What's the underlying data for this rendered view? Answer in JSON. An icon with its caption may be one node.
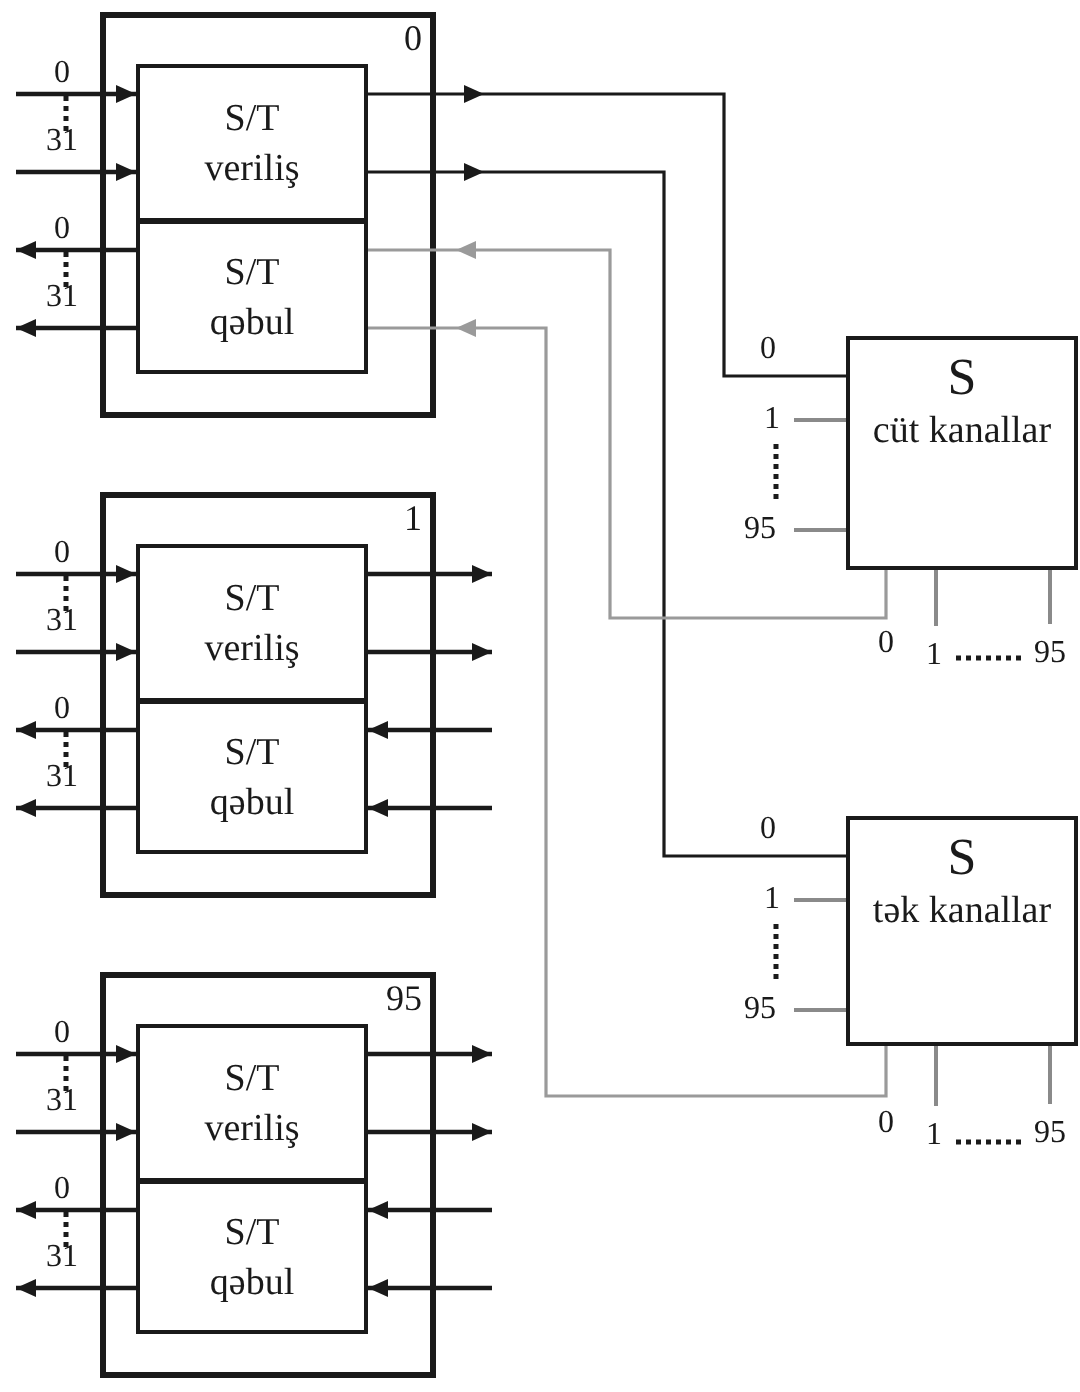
{
  "diagram": {
    "nodes": [
      {
        "text": [
          "0"
        ]
      },
      {
        "text": [
          "S/T veriliş"
        ],
        "in": 0
      },
      {
        "text": [
          "S/T qəbul"
        ],
        "in": 0
      },
      {
        "text": [
          "1"
        ]
      },
      {
        "text": [
          "S/T veriliş"
        ],
        "in": 3
      },
      {
        "text": [
          "S/T qəbul"
        ],
        "in": 3
      },
      {
        "text": [
          "95"
        ]
      },
      {
        "text": [
          "S/T veriliş"
        ],
        "in": 6
      },
      {
        "text": [
          "S/T qəbul"
        ],
        "in": 6
      },
      {
        "text": [
          "S",
          "cüt kanallar"
        ]
      },
      {
        "text": [
          "S",
          "tək kanallar"
        ]
      }
    ],
    "edges": [
      {
        "from": 1,
        "to": 9,
        "arrow": "to"
      },
      {
        "from": 1,
        "to": 10,
        "arrow": "to"
      },
      {
        "from": 9,
        "to": 2,
        "arrow": "to",
        "color": "#9a9a9a"
      },
      {
        "from": 10,
        "to": 2,
        "arrow": "to",
        "color": "#9a9a9a"
      },
      {
        "from": null,
        "to": 1,
        "arrow": "to"
      },
      {
        "from": null,
        "to": 1,
        "arrow": "to"
      },
      {
        "from": 2,
        "to": null,
        "arrow": "to"
      },
      {
        "from": 2,
        "to": null,
        "arrow": "to"
      },
      {
        "from": null,
        "to": 4,
        "arrow": "to"
      },
      {
        "from": null,
        "to": 4,
        "arrow": "to"
      },
      {
        "from": 5,
        "to": null,
        "arrow": "to"
      },
      {
        "from": 5,
        "to": null,
        "arrow": "to"
      },
      {
        "from": 4,
        "to": null,
        "arrow": "to"
      },
      {
        "from": 4,
        "to": null,
        "arrow": "to"
      },
      {
        "from": null,
        "to": 5,
        "arrow": "to"
      },
      {
        "from": null,
        "to": 5,
        "arrow": "to"
      },
      {
        "from": null,
        "to": 7,
        "arrow": "to"
      },
      {
        "from": null,
        "to": 7,
        "arrow": "to"
      },
      {
        "from": 8,
        "to": null,
        "arrow": "to"
      },
      {
        "from": 8,
        "to": null,
        "arrow": "to"
      },
      {
        "from": 7,
        "to": null,
        "arrow": "to"
      },
      {
        "from": 7,
        "to": null,
        "arrow": "to"
      },
      {
        "from": null,
        "to": 8,
        "arrow": "to"
      },
      {
        "from": null,
        "to": 8,
        "arrow": "to"
      }
    ],
    "labels": [
      "0",
      "31",
      "0",
      "31",
      "0",
      "1",
      "95",
      "0",
      "1",
      "95",
      "0",
      "31",
      "0",
      "31",
      "0",
      "1",
      "95",
      "0",
      "1",
      "95",
      "0",
      "31",
      "0",
      "31"
    ]
  }
}
